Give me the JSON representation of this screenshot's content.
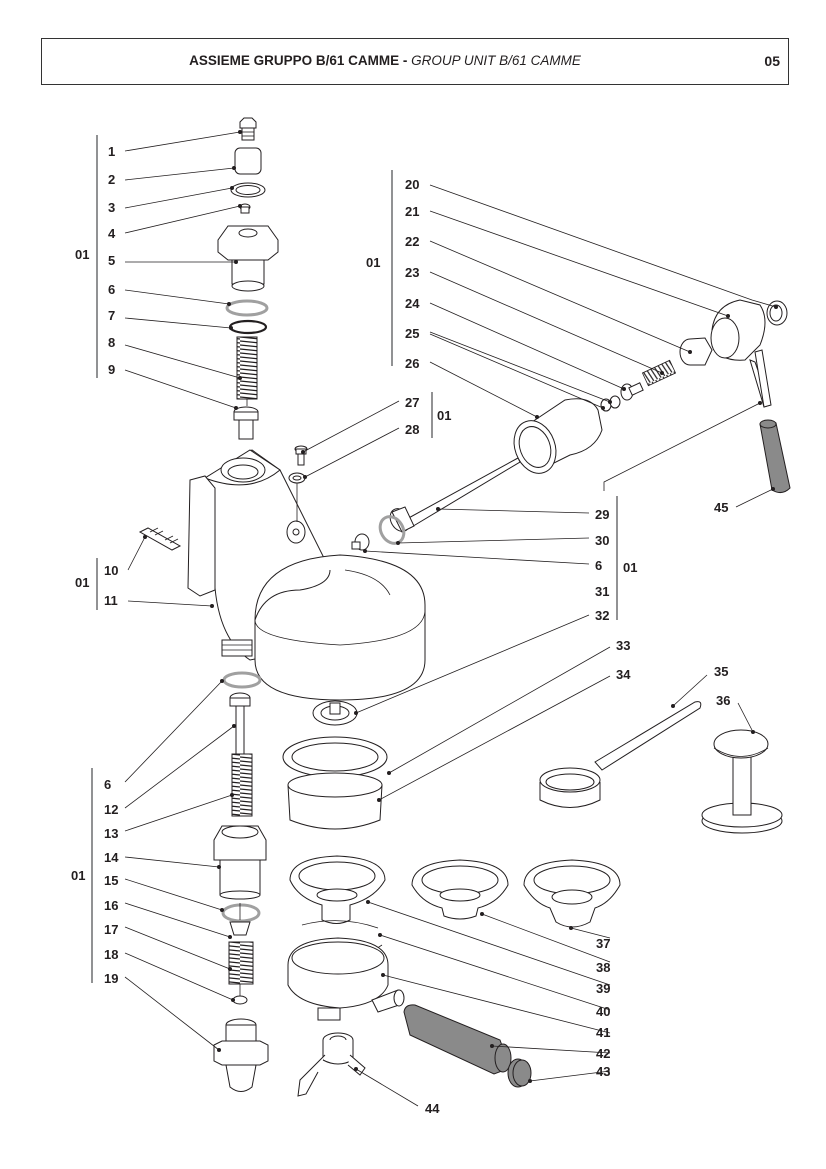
{
  "header": {
    "title_it": "ASSIEME GRUPPO B/61 CAMME",
    "separator": " - ",
    "title_en": "GROUP UNIT B/61 CAMME",
    "page_number": "05"
  },
  "groups": [
    {
      "id": "g-top-left",
      "label": "01",
      "members": [
        "1",
        "2",
        "3",
        "4",
        "5",
        "6",
        "7",
        "8",
        "9"
      ]
    },
    {
      "id": "g-right-top",
      "label": "01",
      "members": [
        "20",
        "21",
        "22",
        "23",
        "24",
        "25",
        "26"
      ]
    },
    {
      "id": "g-screw",
      "label": "01",
      "members": [
        "27",
        "28"
      ]
    },
    {
      "id": "g-body",
      "label": "01",
      "members": [
        "10",
        "11"
      ]
    },
    {
      "id": "g-piston",
      "label": "01",
      "members": [
        "29",
        "30",
        "6",
        "31",
        "32"
      ]
    },
    {
      "id": "g-bottom-left",
      "label": "01",
      "members": [
        "6",
        "12",
        "13",
        "14",
        "15",
        "16",
        "17",
        "18",
        "19"
      ]
    }
  ],
  "callouts": {
    "c1": "1",
    "c2": "2",
    "c3": "3",
    "c4": "4",
    "c5": "5",
    "c6a": "6",
    "c7": "7",
    "c8": "8",
    "c9": "9",
    "c10": "10",
    "c11": "11",
    "c6b": "6",
    "c12": "12",
    "c13": "13",
    "c14": "14",
    "c15": "15",
    "c16": "16",
    "c17": "17",
    "c18": "18",
    "c19": "19",
    "c20": "20",
    "c21": "21",
    "c22": "22",
    "c23": "23",
    "c24": "24",
    "c25": "25",
    "c26": "26",
    "c27": "27",
    "c28": "28",
    "c29": "29",
    "c30": "30",
    "c6c": "6",
    "c31": "31",
    "c32": "32",
    "c33": "33",
    "c34": "34",
    "c35": "35",
    "c36": "36",
    "c37": "37",
    "c38": "38",
    "c39": "39",
    "c40": "40",
    "c41": "41",
    "c42": "42",
    "c43": "43",
    "c44": "44",
    "c45": "45"
  },
  "group_labels": {
    "g1": "01",
    "g2": "01",
    "g3": "01",
    "g4": "01",
    "g5": "01",
    "g6": "01"
  }
}
